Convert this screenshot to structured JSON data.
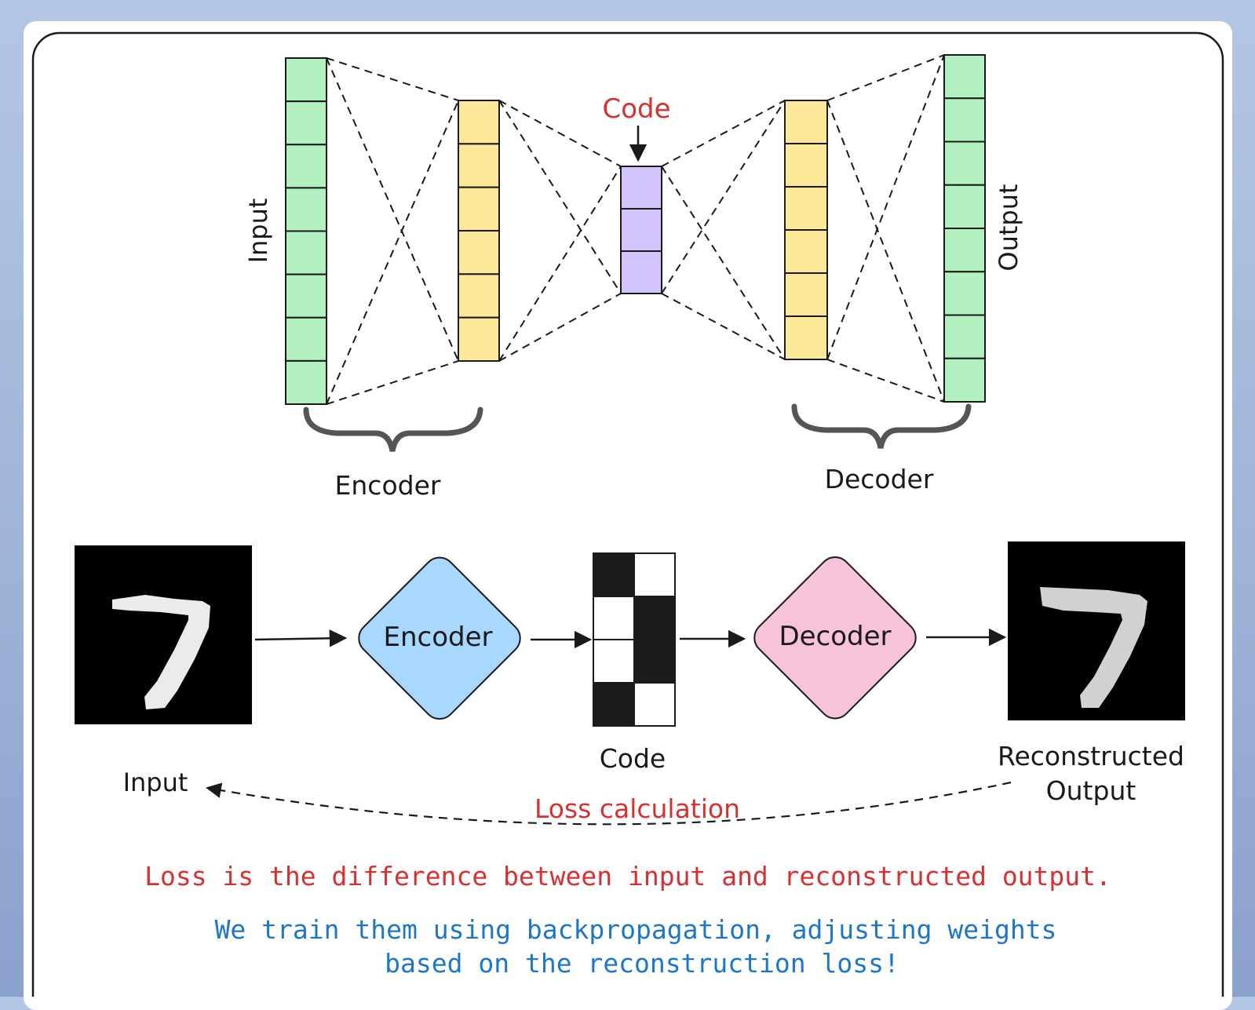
{
  "colors": {
    "input_cell": "#b2f0bf",
    "encoder_cell": "#fde89a",
    "code_cell": "#d3c4fb",
    "encoder_diamond": "#a8d8ff",
    "decoder_diamond": "#f7c3da",
    "red_text": "#d63031",
    "blue_text": "#1e76c8",
    "stroke": "#1a1a1a"
  },
  "network": {
    "code_label": "Code",
    "input_label": "Input",
    "output_label": "Output",
    "encoder_label": "Encoder",
    "decoder_label": "Decoder",
    "input_cells": 8,
    "hidden_cells": 6,
    "code_cells": 3
  },
  "flow": {
    "input_image_icon": "digit-seven-image",
    "output_image_icon": "digit-seven-reconstructed-image",
    "encoder_label": "Encoder",
    "decoder_label": "Decoder",
    "code_label": "Code",
    "input_label": "Input",
    "reconstructed_line1": "Reconstructed",
    "reconstructed_line2": "Output",
    "loss_label": "Loss calculation"
  },
  "notes": {
    "loss_definition": "Loss is the difference between input and reconstructed output.",
    "training_line1": "We train them using backpropagation, adjusting weights",
    "training_line2": "based on the reconstruction loss!"
  }
}
